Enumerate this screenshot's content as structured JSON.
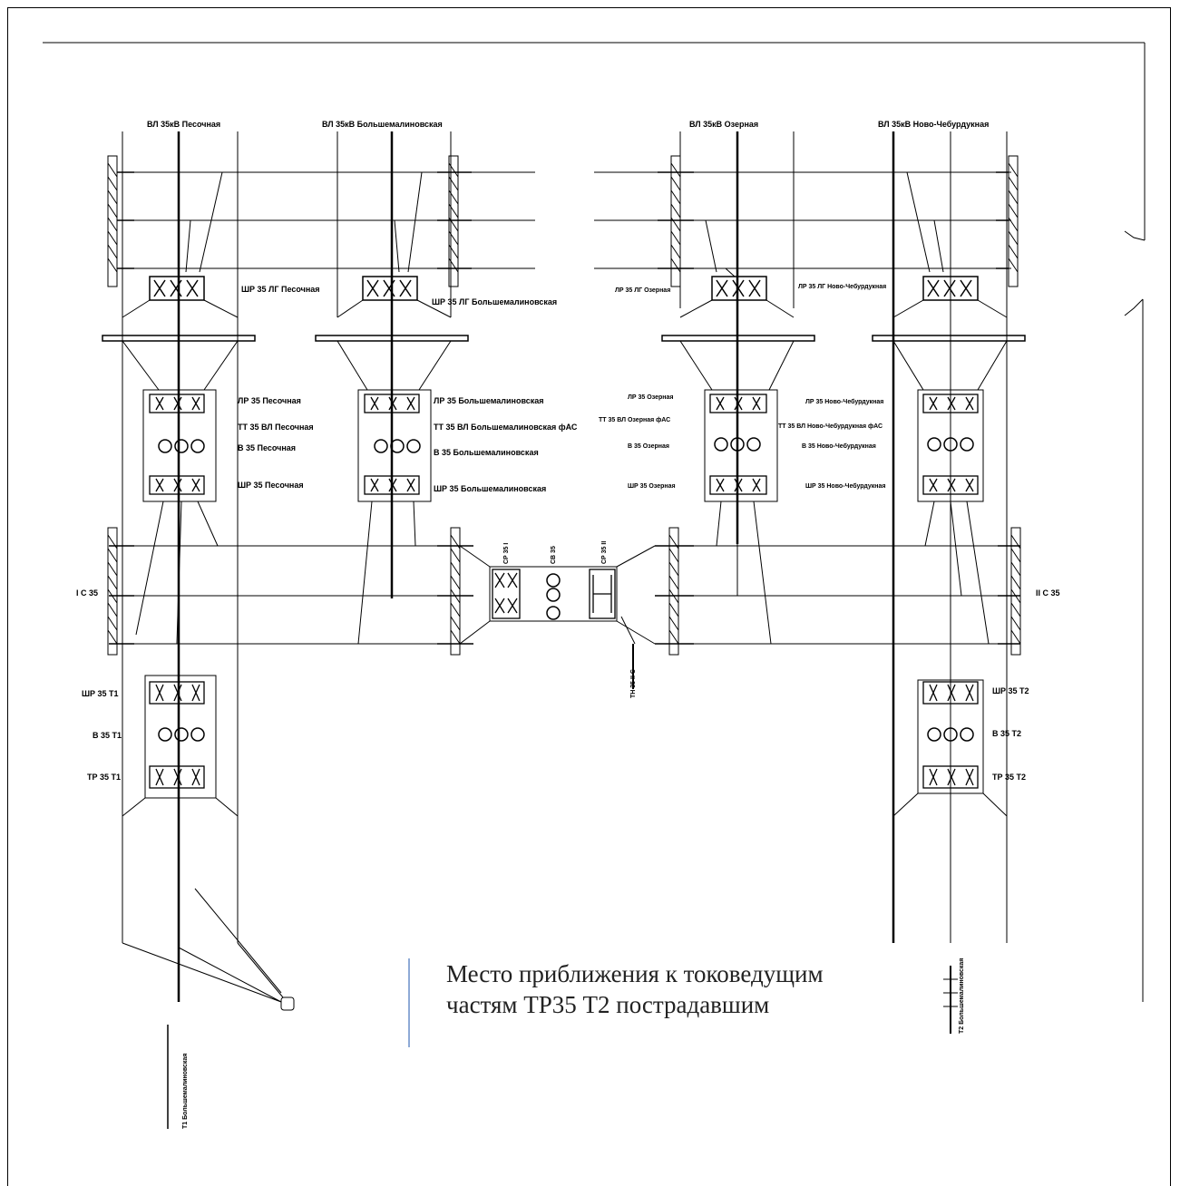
{
  "feeders_top": [
    {
      "id": "f1",
      "label": "ВЛ 35кВ Песочная"
    },
    {
      "id": "f2",
      "label": "ВЛ 35кВ Большемалиновская"
    },
    {
      "id": "f3",
      "label": "ВЛ 35кВ Озерная"
    },
    {
      "id": "f4",
      "label": "ВЛ 35кВ Ново-Чебурдукная"
    }
  ],
  "bay_labels": {
    "f1_top": "ШР 35 ЛГ Песочная",
    "f2_top": "ШР 35 ЛГ Большемалиновская",
    "f3_top": "ЛР 35 ЛГ Озерная",
    "f4_top": "ЛР 35 ЛГ Ново-Чебурдукная",
    "f1_lr": "ЛР 35 Песочная",
    "f1_tt": "ТТ 35 ВЛ Песочная",
    "f1_v": "В 35 Песочная",
    "f1_shr": "ШР 35 Песочная",
    "f2_lr": "ЛР 35 Большемалиновская",
    "f2_tt": "ТТ 35 ВЛ Большемалиновская фАС",
    "f2_v": "В 35 Большемалиновская",
    "f2_shr": "ШР 35 Большемалиновская",
    "f3_lr": "ЛР 35 Озерная",
    "f3_tt": "ТТ 35 ВЛ Озерная фАС",
    "f3_v": "В 35 Озерная",
    "f3_shr": "ШР 35 Озерная",
    "f4_lr": "ЛР 35 Ново-Чебурдукная",
    "f4_tt": "ТТ 35 ВЛ Ново-Чебурдукная фАС",
    "f4_v": "В 35 Ново-Чебурдукная",
    "f4_shr": "ШР 35 Ново-Чебурдукная"
  },
  "bus_labels": {
    "left": "I С 35",
    "right": "II С 35"
  },
  "sectional": {
    "label_a": "СР 35 I",
    "label_b": "СВ 35",
    "label_c": "СР 35 II",
    "label_d": "ТН 35 II С"
  },
  "t1_labels": {
    "shr": "ШР 35 Т1",
    "v": "В 35 Т1",
    "tr": "ТР 35 Т1",
    "bottom": "Т1 Большемалиновская"
  },
  "t2_labels": {
    "shr": "ШР 35 Т2",
    "v": "В 35 Т2",
    "tr": "ТР 35 Т2",
    "bottom": "Т2 Большемалиновская"
  },
  "caption": {
    "line1": "Место приближения к токоведущим",
    "line2": "частям ТР35 Т2 пострадавшим"
  },
  "colors": {
    "ink": "#000000",
    "caption_bar": "#8eaad6",
    "caption_text": "#222222"
  }
}
